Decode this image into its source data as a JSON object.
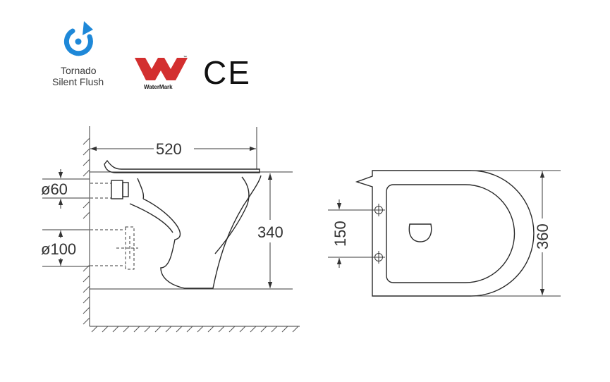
{
  "brand": {
    "tornado_line1": "Tornado",
    "tornado_line2": "Silent Flush",
    "watermark_text": "WaterMark",
    "ce_mark": "CE",
    "logo_color": "#1e88d8",
    "watermark_color": "#d32f2f"
  },
  "side_view": {
    "width_dim": "520",
    "height_dim": "340",
    "pipe_small": "ø60",
    "pipe_large": "ø100"
  },
  "top_view": {
    "bolt_spacing": "150",
    "depth_dim": "360"
  }
}
